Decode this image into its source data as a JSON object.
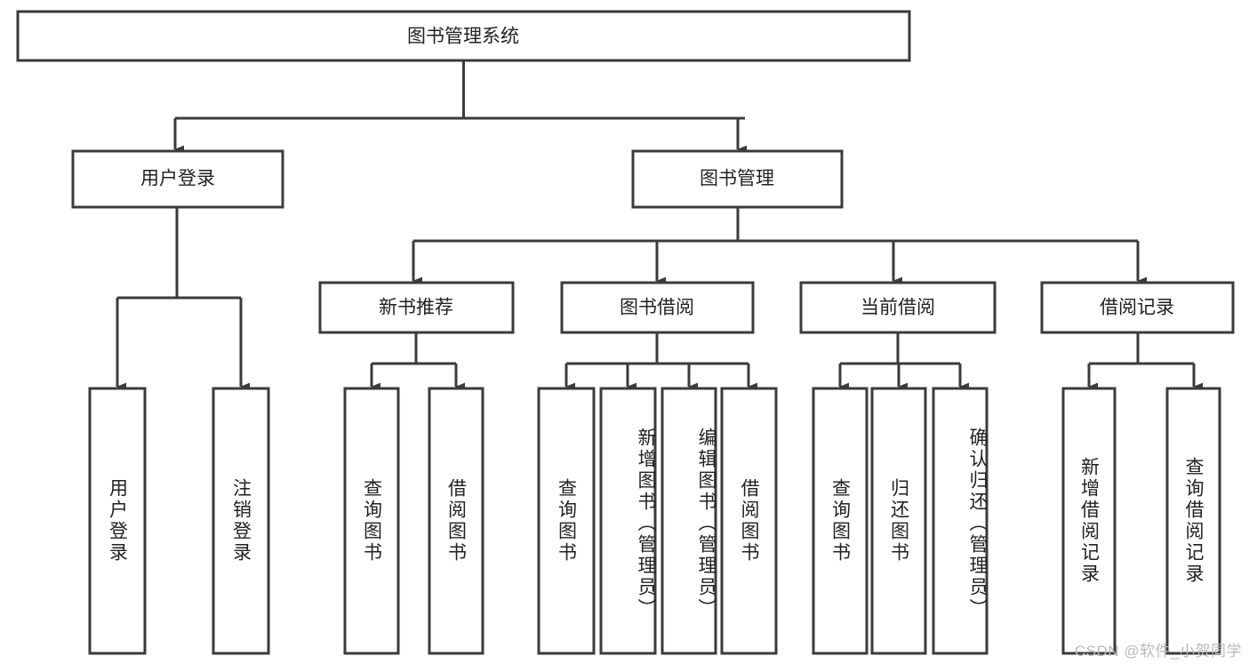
{
  "diagram": {
    "type": "tree",
    "title": "图书管理系统",
    "orientation": "top-down",
    "root": {
      "id": "root",
      "label": "图书管理系统"
    },
    "level1": [
      {
        "id": "user-login",
        "label": "用户登录"
      },
      {
        "id": "book-manage",
        "label": "图书管理"
      }
    ],
    "level2": [
      {
        "id": "new-book-rec",
        "label": "新书推荐",
        "parent": "book-manage"
      },
      {
        "id": "book-borrow",
        "label": "图书借阅",
        "parent": "book-manage"
      },
      {
        "id": "current-borrow",
        "label": "当前借阅",
        "parent": "book-manage"
      },
      {
        "id": "borrow-record",
        "label": "借阅记录",
        "parent": "book-manage"
      }
    ],
    "leaves": [
      {
        "id": "leaf-user-login",
        "label": "用户登录",
        "parent": "user-login"
      },
      {
        "id": "leaf-user-logout",
        "label": "注销登录",
        "parent": "user-login"
      },
      {
        "id": "leaf-query-book-1",
        "label": "查询图书",
        "parent": "new-book-rec"
      },
      {
        "id": "leaf-borrow-book-1",
        "label": "借阅图书",
        "parent": "new-book-rec"
      },
      {
        "id": "leaf-query-book-2",
        "label": "查询图书",
        "parent": "book-borrow"
      },
      {
        "id": "leaf-add-book",
        "label": "新增图书（管理员）",
        "parent": "book-borrow"
      },
      {
        "id": "leaf-edit-book",
        "label": "编辑图书（管理员）",
        "parent": "book-borrow"
      },
      {
        "id": "leaf-borrow-book-2",
        "label": "借阅图书",
        "parent": "book-borrow"
      },
      {
        "id": "leaf-query-book-3",
        "label": "查询图书",
        "parent": "current-borrow"
      },
      {
        "id": "leaf-return-book",
        "label": "归还图书",
        "parent": "current-borrow"
      },
      {
        "id": "leaf-confirm-return",
        "label": "确认归还（管理员）",
        "parent": "current-borrow"
      },
      {
        "id": "leaf-add-record",
        "label": "新增借阅记录",
        "parent": "borrow-record"
      },
      {
        "id": "leaf-query-record",
        "label": "查询借阅记录",
        "parent": "borrow-record"
      }
    ],
    "colors": {
      "line": "#3b3b3b",
      "box_fill": "#ffffff",
      "text": "#222222",
      "watermark": "#b9b9b9"
    }
  },
  "watermark": {
    "text": "CSDN @软件_小贺同学"
  }
}
